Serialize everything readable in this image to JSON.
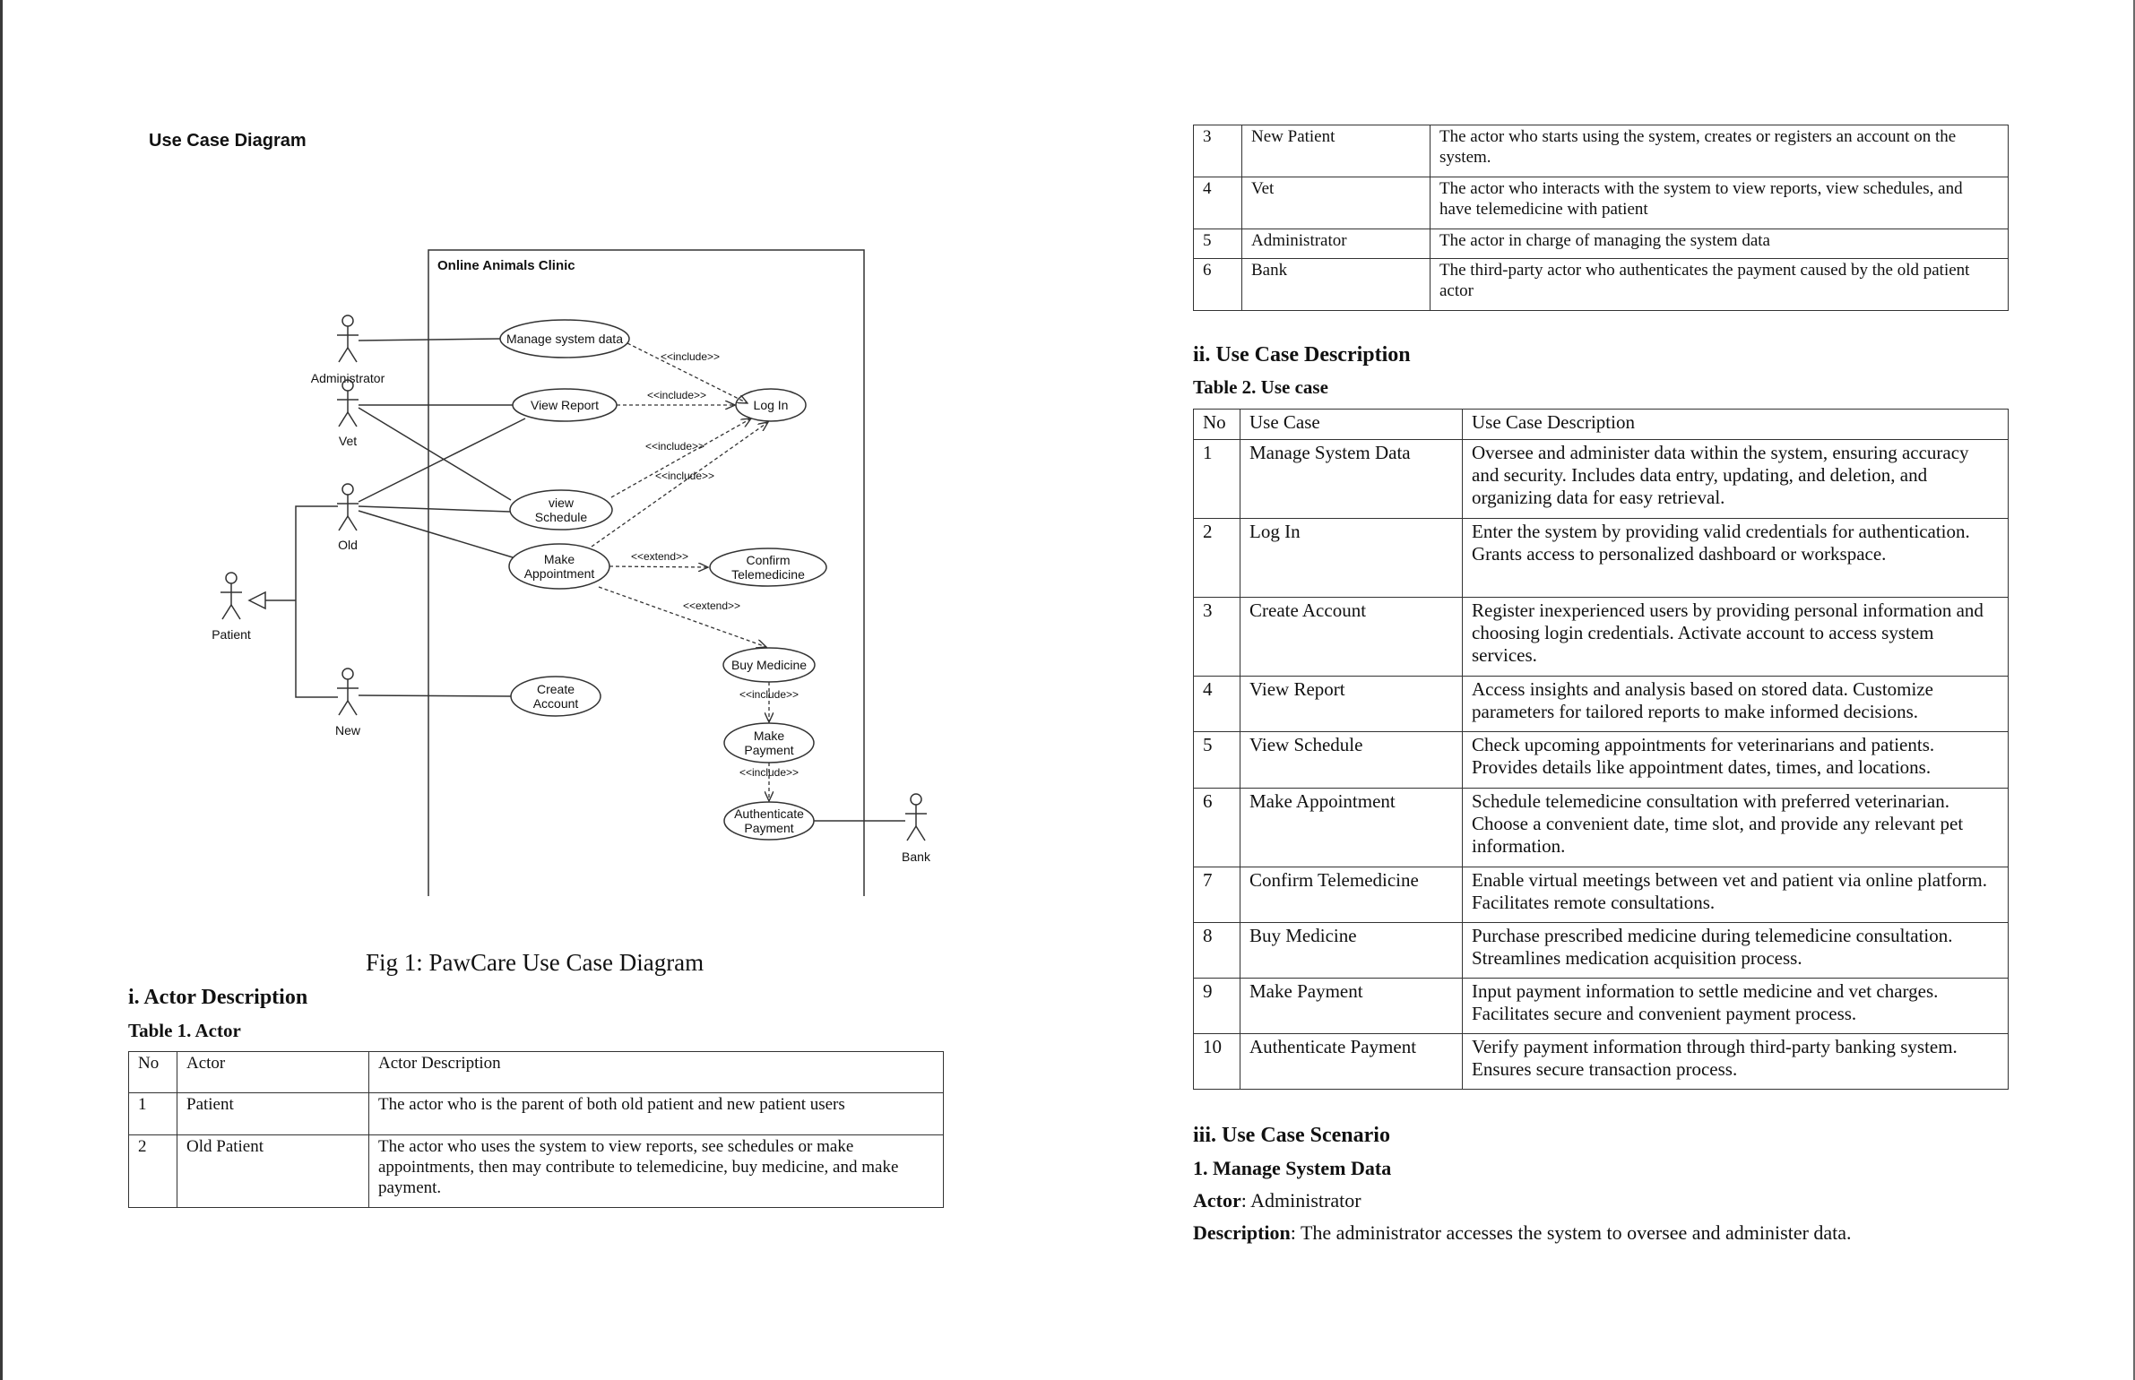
{
  "left_page": {
    "diagram_heading": "Use Case Diagram",
    "diagram": {
      "system_boundary_label": "Online Animals Clinic",
      "actors": [
        {
          "id": "administrator",
          "label": "Administrator"
        },
        {
          "id": "vet",
          "label": "Vet"
        },
        {
          "id": "old",
          "label": "Old"
        },
        {
          "id": "patient",
          "label": "Patient"
        },
        {
          "id": "new",
          "label": "New"
        },
        {
          "id": "bank",
          "label": "Bank"
        }
      ],
      "use_cases": [
        {
          "id": "manage",
          "lines": [
            "Manage system data"
          ]
        },
        {
          "id": "viewreport",
          "lines": [
            "View Report"
          ]
        },
        {
          "id": "login",
          "lines": [
            "Log In"
          ]
        },
        {
          "id": "schedule",
          "lines": [
            "view",
            "Schedule"
          ]
        },
        {
          "id": "appointment",
          "lines": [
            "Make",
            "Appointment"
          ]
        },
        {
          "id": "confirm",
          "lines": [
            "Confirm",
            "Telemedicine"
          ]
        },
        {
          "id": "buy",
          "lines": [
            "Buy Medicine"
          ]
        },
        {
          "id": "create",
          "lines": [
            "Create",
            "Account"
          ]
        },
        {
          "id": "payment",
          "lines": [
            "Make",
            "Payment"
          ]
        },
        {
          "id": "auth",
          "lines": [
            "Authenticate",
            "Payment"
          ]
        }
      ],
      "relationships": [
        {
          "id": "r-manage-login",
          "label": "<<include>>"
        },
        {
          "id": "r-report-login",
          "label": "<<include>>"
        },
        {
          "id": "r-schedule-login",
          "label": "<<include>>"
        },
        {
          "id": "r-appointment-login",
          "label": "<<include>>"
        },
        {
          "id": "r-appointment-confirm",
          "label": "<<extend>>"
        },
        {
          "id": "r-appointment-buy",
          "label": "<<extend>>"
        },
        {
          "id": "r-buy-payment",
          "label": "<<include>>"
        },
        {
          "id": "r-payment-auth",
          "label": "<<include>>"
        }
      ]
    },
    "figure_caption": "Fig 1: PawCare Use Case Diagram",
    "actor_section_title": "i. Actor Description",
    "actor_table_title": "Table 1. Actor",
    "actor_table": {
      "headers": [
        "No",
        "Actor",
        "Actor Description"
      ],
      "rows": [
        [
          "1",
          "Patient",
          "The actor who is the parent of both old patient and new patient users"
        ],
        [
          "2",
          "Old Patient",
          "The actor who uses the system to view reports, see schedules or make appointments, then may contribute to telemedicine, buy medicine, and make payment."
        ]
      ]
    }
  },
  "right_page": {
    "actor_table_continued": {
      "rows": [
        [
          "3",
          "New Patient",
          "The actor who starts using the system, creates or registers an account on the system."
        ],
        [
          "4",
          "Vet",
          "The actor who interacts with the system to view reports, view schedules, and have telemedicine with patient"
        ],
        [
          "5",
          "Administrator",
          "The actor in charge of managing the system data"
        ],
        [
          "6",
          "Bank",
          "The third-party actor who authenticates the payment caused by the old patient actor"
        ]
      ]
    },
    "usecase_section_title": "ii. Use Case Description",
    "usecase_table_title": "Table 2. Use case",
    "usecase_table": {
      "headers": [
        "No",
        "Use Case",
        "Use Case Description"
      ],
      "rows": [
        [
          "1",
          "Manage System Data",
          "Oversee and administer data within the system, ensuring accuracy and security. Includes data entry, updating, and deletion, and organizing data for easy retrieval."
        ],
        [
          "2",
          "Log In",
          "Enter the system by providing valid credentials for authentication. Grants access to personalized dashboard or workspace."
        ],
        [
          "3",
          "Create Account",
          "Register inexperienced users by providing personal information and choosing login credentials. Activate account to access system services."
        ],
        [
          "4",
          "View Report",
          "Access insights and analysis based on stored data. Customize parameters for tailored reports to make informed decisions."
        ],
        [
          "5",
          "View Schedule",
          "Check upcoming appointments for veterinarians and patients. Provides details like appointment dates, times, and locations."
        ],
        [
          "6",
          "Make Appointment",
          "Schedule telemedicine consultation with preferred veterinarian. Choose a convenient date, time slot, and provide any relevant pet information."
        ],
        [
          "7",
          "Confirm Telemedicine",
          "Enable virtual meetings between vet and patient via online platform. Facilitates remote consultations."
        ],
        [
          "8",
          "Buy Medicine",
          "Purchase prescribed medicine during telemedicine consultation. Streamlines medication acquisition process."
        ],
        [
          "9",
          "Make Payment",
          "Input payment information to settle medicine and vet charges. Facilitates secure and convenient payment process."
        ],
        [
          "10",
          "Authenticate Payment",
          "Verify payment information through third-party banking system. Ensures secure transaction process."
        ]
      ]
    },
    "scenario_section_title": "iii. Use Case Scenario",
    "scenario_item_title": "1. Manage System Data",
    "scenario_actor_label": "Actor",
    "scenario_actor_value": ": Administrator",
    "scenario_description_label": "Description",
    "scenario_description_value": ": The administrator accesses the system to oversee and administer data."
  }
}
